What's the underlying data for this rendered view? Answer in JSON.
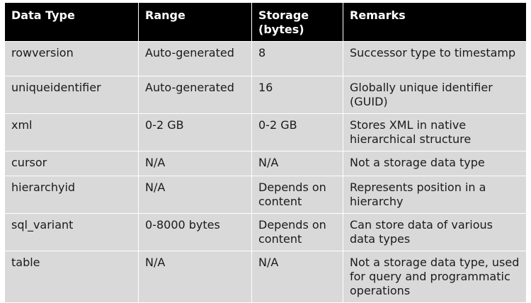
{
  "table": {
    "headers": [
      "Data Type",
      "Range",
      "Storage\n(bytes)",
      "Remarks"
    ],
    "header_storage_line1": "Storage",
    "header_storage_line2": "(bytes)",
    "rows": [
      [
        "rowversion",
        "Auto-generated",
        "8",
        "Successor type to timestamp"
      ],
      [
        "uniqueidentifier",
        "Auto-generated",
        "16",
        "Globally unique identifier (GUID)"
      ],
      [
        "xml",
        "0-2 GB",
        "0-2 GB",
        "Stores XML in native hierarchical structure"
      ],
      [
        "cursor",
        "N/A",
        "N/A",
        "Not a storage data type"
      ],
      [
        "hierarchyid",
        "N/A",
        "Depends on content",
        "Represents position in a hierarchy"
      ],
      [
        "sql_variant",
        "0-8000 bytes",
        "Depends on content",
        "Can store data of various data types"
      ],
      [
        "table",
        "N/A",
        "N/A",
        "Not a storage data type, used for query and programmatic operations"
      ]
    ]
  },
  "colors": {
    "header_bg": "#000000",
    "header_text": "#ffffff",
    "row_bg": "#d9d9d9",
    "row_text": "#1a1a1a"
  }
}
